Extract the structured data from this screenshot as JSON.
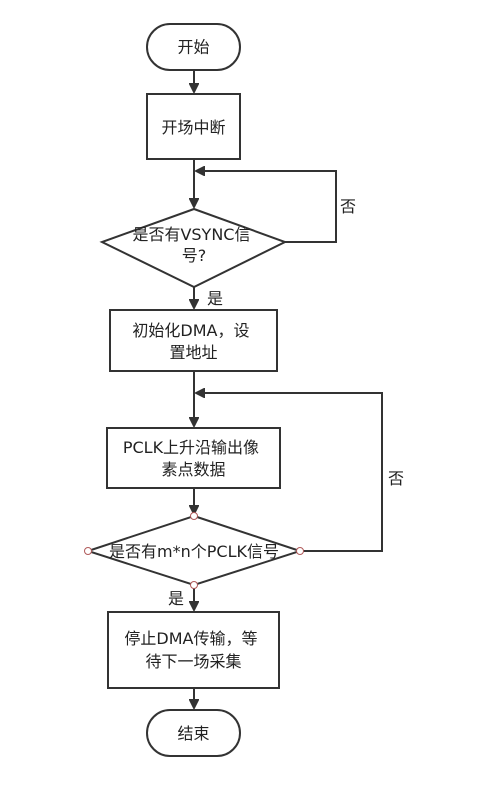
{
  "nodes": {
    "start": {
      "lines": [
        "开始"
      ]
    },
    "enable_interrupt": {
      "lines": [
        "开场中断"
      ]
    },
    "check_vsync": {
      "lines": [
        "是否有VSYNC信",
        "号?"
      ]
    },
    "init_dma": {
      "lines": [
        "初始化DMA，设",
        "置地址"
      ]
    },
    "pclk_output": {
      "lines": [
        "PCLK上升沿输出像",
        "素点数据"
      ]
    },
    "check_pclk": {
      "lines": [
        "是否有m*n个PCLK信号"
      ]
    },
    "stop_dma": {
      "lines": [
        "停止DMA传输，等",
        "待下一场采集"
      ]
    },
    "end": {
      "lines": [
        "结束"
      ]
    }
  },
  "edge_labels": {
    "vsync_no": "否",
    "vsync_yes": "是",
    "pclk_no": "否",
    "pclk_yes": "是"
  },
  "colors": {
    "stroke": "#333333",
    "fill": "#ffffff",
    "text": "#222222",
    "handle": "#b05a5a"
  }
}
